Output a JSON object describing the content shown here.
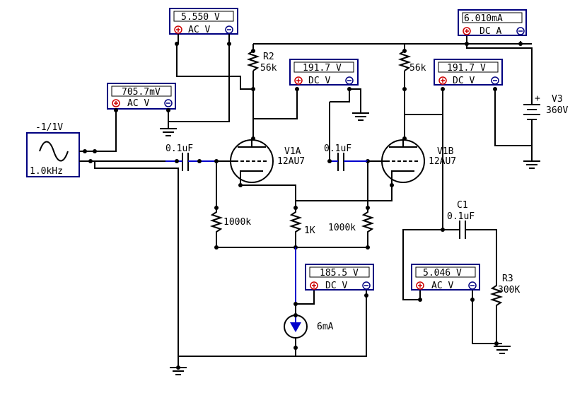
{
  "meters": {
    "m1": {
      "value": "5.550 V",
      "mode": "AC  V"
    },
    "m2": {
      "value": "705.7mV",
      "mode": "AC  V"
    },
    "m3": {
      "value": "191.7 V",
      "mode": "DC  V"
    },
    "m4": {
      "value": "191.7 V",
      "mode": "DC  V"
    },
    "m5": {
      "value": "6.010mA",
      "mode": "DC  A"
    },
    "m6": {
      "value": "185.5 V",
      "mode": "DC  V"
    },
    "m7": {
      "value": "5.046 V",
      "mode": "AC  V"
    }
  },
  "source": {
    "amplitude": "-1/1V",
    "frequency": "1.0kHz"
  },
  "labels": {
    "r2_name": "R2",
    "r2_value": "56k",
    "r_plate_b": "56k",
    "v3_name": "V3",
    "v3_value": "360V",
    "c_in": "0.1uF",
    "c_mid": "0.1uF",
    "v1a_name": "V1A",
    "v1a_type": "12AU7",
    "v1b_name": "V1B",
    "v1b_type": "12AU7",
    "r_grid_a": "1000k",
    "r_cathode": "1K",
    "r_grid_b": "1000k",
    "c1_name": "C1",
    "c1_value": "0.1uF",
    "r3_name": "R3",
    "r3_value": "300K",
    "isrc_value": "6mA"
  }
}
